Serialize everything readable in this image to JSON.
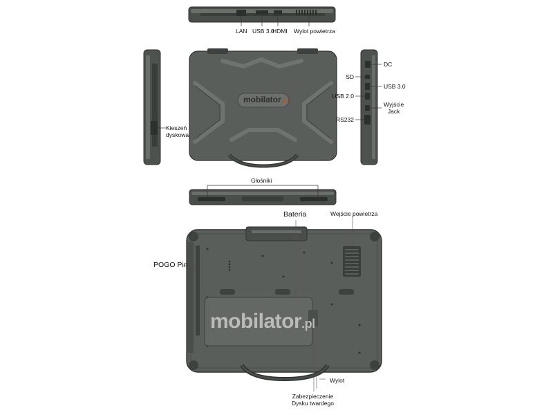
{
  "colors": {
    "device_body": "#5a5e5a",
    "device_dark": "#3e423f",
    "device_edge": "#2f332f",
    "device_highlight": "#767a75",
    "leader_line": "#333333",
    "background": "#ffffff"
  },
  "views": {
    "top_edge": {
      "labels": {
        "lan": "LAN",
        "usb30": "USB 3.0",
        "hdmi": "HDMI",
        "air_out": "Wylot powietrza"
      }
    },
    "lid": {
      "logo_text": "mobilator",
      "logo_suffix": ".pl"
    },
    "left_side": {
      "labels": {
        "disk_bay_line1": "Kieszeń",
        "disk_bay_line2": "dyskowa"
      }
    },
    "right_side": {
      "labels": {
        "dc": "DC",
        "sd": "SD",
        "usb30": "USB 3.0",
        "usb20": "USB 2.0",
        "jack_line1": "Wyjście",
        "jack_line2": "Jack",
        "rs232": "RS232"
      }
    },
    "front_edge": {
      "labels": {
        "speakers": "Głośniki"
      }
    },
    "bottom": {
      "logo_text": "mobilator",
      "logo_suffix": ".pl",
      "labels": {
        "battery": "Bateria",
        "air_in": "Wejście powietrza",
        "pogo": "POGO Pin",
        "air_out": "Wylot",
        "hdd_lock_line1": "Zabezpieczenie",
        "hdd_lock_line2": "Dysku twardego"
      }
    }
  }
}
